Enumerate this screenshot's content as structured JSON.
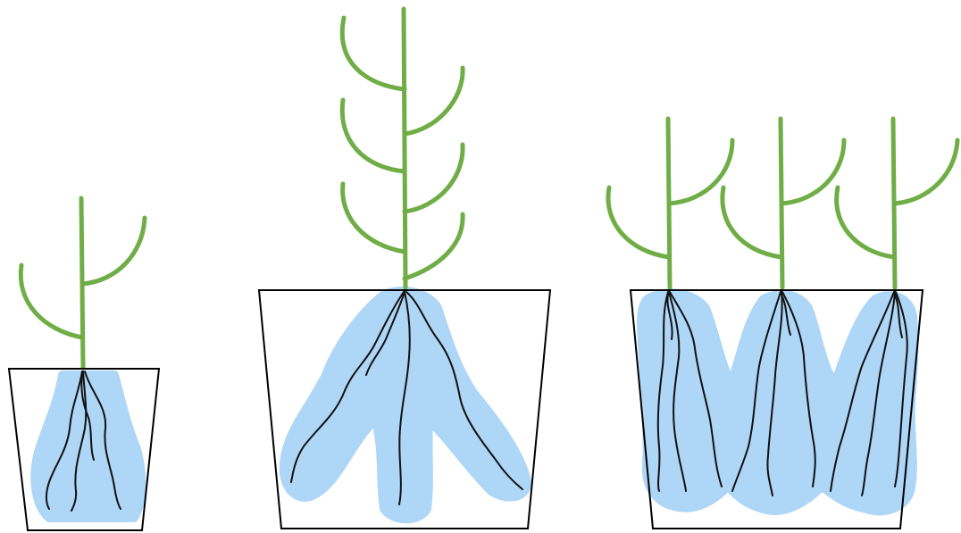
{
  "diagram": {
    "panels": [
      {
        "id": "small-pot",
        "plants": 1
      },
      {
        "id": "large-pot-single-plant",
        "plants": 1
      },
      {
        "id": "large-pot-three-plants",
        "plants": 3
      }
    ]
  },
  "colors": {
    "stem": "#70ad47",
    "root": "#111111",
    "root_zone": "#aed6f7",
    "pot_outline": "#000000",
    "background": "#ffffff"
  }
}
